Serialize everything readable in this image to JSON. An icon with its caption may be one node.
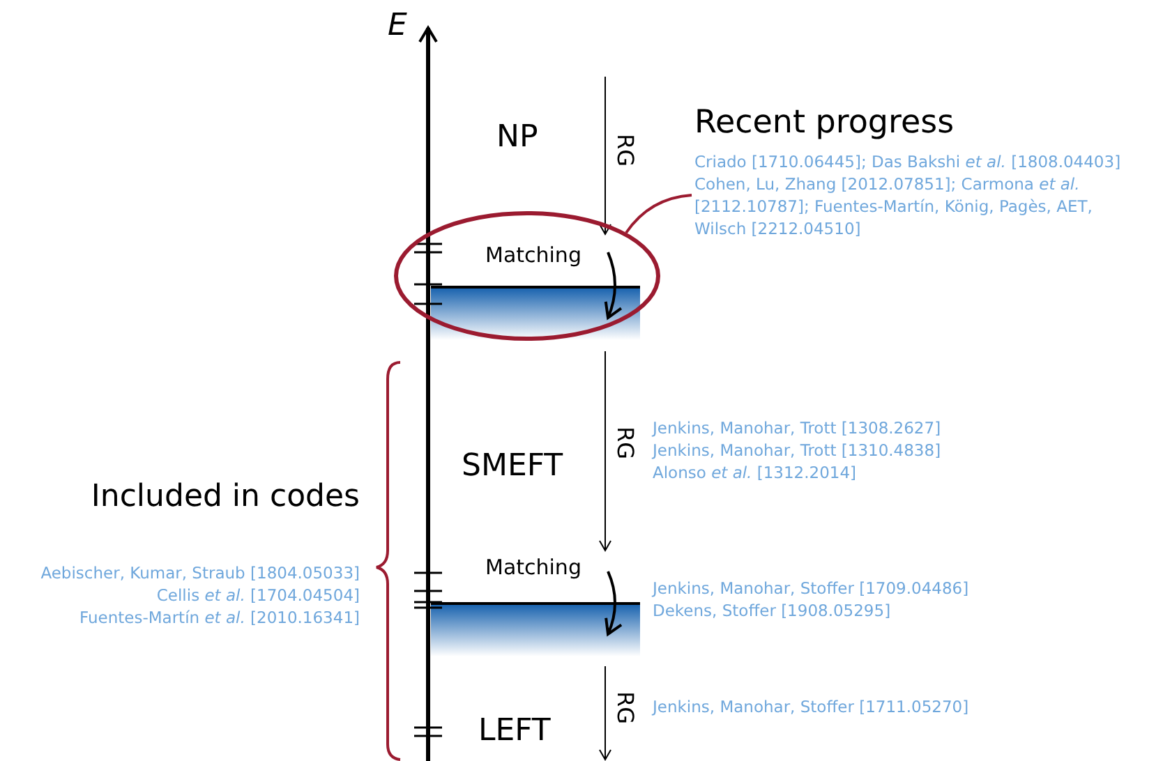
{
  "diagram": {
    "nodes": [
      {
        "text": [
          "Recent progress",
          "Criado [1710.06445]; Das Bakshi *et al.* [1808.04403] Cohen, Lu, Zhang [2012.07851]; Carmona *et al.* [2112.10787]; Fuentes-Martín, König, Pagès, AET, Wilsch [2212.04510]"
        ]
      },
      {
        "text": [],
        "shape": "circle"
      }
    ],
    "edges": [
      {
        "from": 0,
        "to": 1,
        "arrow": "none",
        "color": "#9b1b30"
      }
    ],
    "labels": [
      "E",
      "NP",
      "RG",
      "Matching",
      "Jenkins, Manohar, Trott [1308.2627]",
      "Jenkins, Manohar, Trott [1310.4838]",
      "Alonso *et al.* [1312.2014]",
      "SMEFT",
      "RG",
      "Included in codes",
      "Aebischer, Kumar, Straub [1804.05033]",
      "Cellis *et al.* [1704.04504]",
      "Fuentes-Martín *et al.* [2010.16341]",
      "Matching",
      "Jenkins, Manohar, Stoffer [1709.04486]",
      "Dekens, Stoffer [1908.05295]",
      "RG",
      "Jenkins, Manohar, Stoffer [1711.05270]",
      "LEFT"
    ]
  }
}
